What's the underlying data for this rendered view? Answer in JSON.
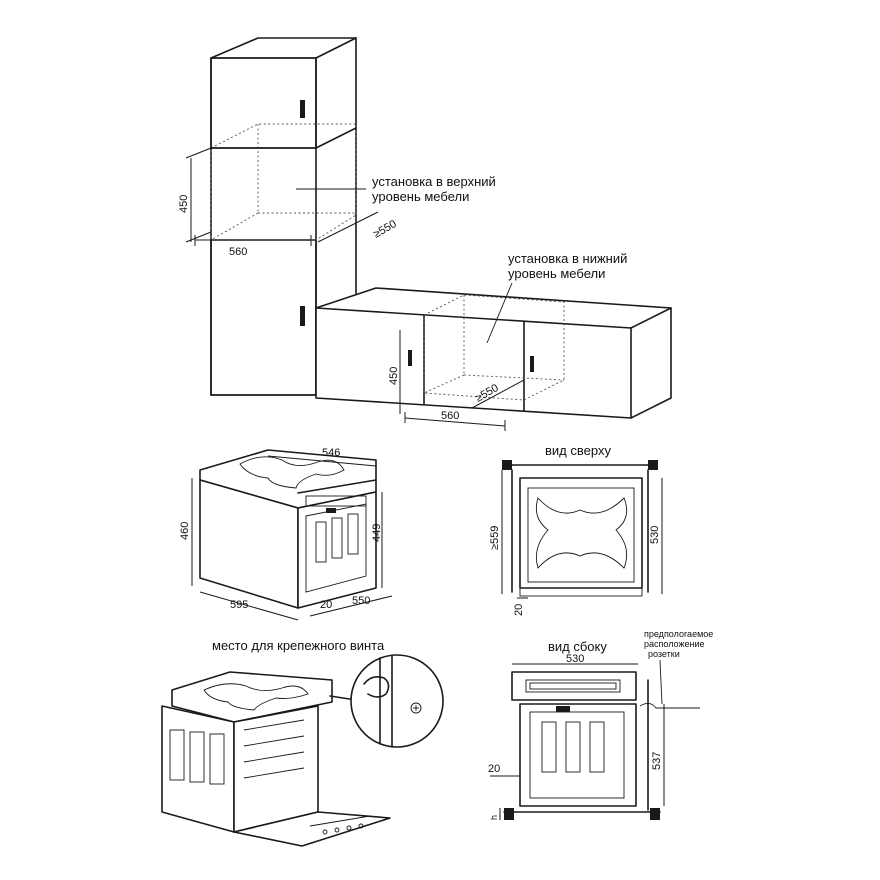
{
  "labels": {
    "upper_install_line1": "установка в верхний",
    "upper_install_line2": "уровень мебели",
    "lower_install_line1": "установка в нижний",
    "lower_install_line2": "уровень мебели",
    "top_view": "вид сверху",
    "side_view": "вид сбоку",
    "mount_screw": "место для крепежного винта",
    "socket_line1": "предпологаемое",
    "socket_line2": "расположение",
    "socket_line3": "розетки"
  },
  "dims": {
    "tall_niche_height": "450",
    "tall_niche_width": "560",
    "tall_niche_depth": "≥550",
    "base_niche_height": "450",
    "base_niche_width": "560",
    "base_niche_depth": "≥550",
    "oven_top_width": "546",
    "oven_left_height": "460",
    "oven_right_height": "449",
    "oven_front_width": "595",
    "oven_side_depth": "550",
    "oven_door": "20",
    "top_view_niche": "≥559",
    "top_view_body": "530",
    "top_view_gap": "20",
    "side_view_depth": "530",
    "side_view_height": "537",
    "side_view_gap": "20",
    "side_view_h": "h"
  }
}
